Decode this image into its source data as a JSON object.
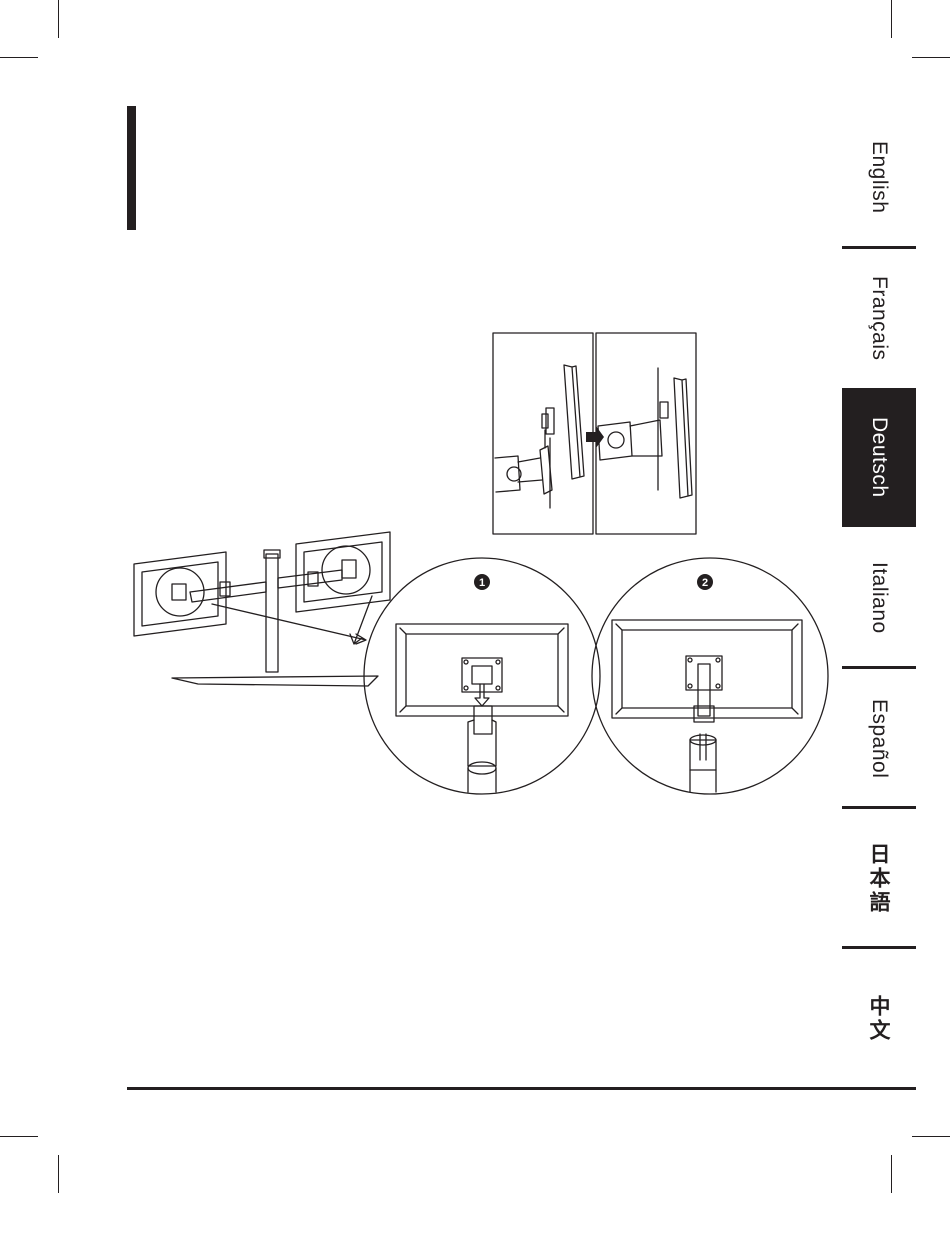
{
  "languages": [
    {
      "label": "English",
      "active": false
    },
    {
      "label": "Français",
      "active": false
    },
    {
      "label": "Deutsch",
      "active": true
    },
    {
      "label": "Italiano",
      "active": false
    },
    {
      "label": "Español",
      "active": false
    },
    {
      "label": "日本語",
      "active": false
    },
    {
      "label": "中文",
      "active": false
    }
  ],
  "figure": {
    "step_labels": [
      "1",
      "2"
    ]
  }
}
